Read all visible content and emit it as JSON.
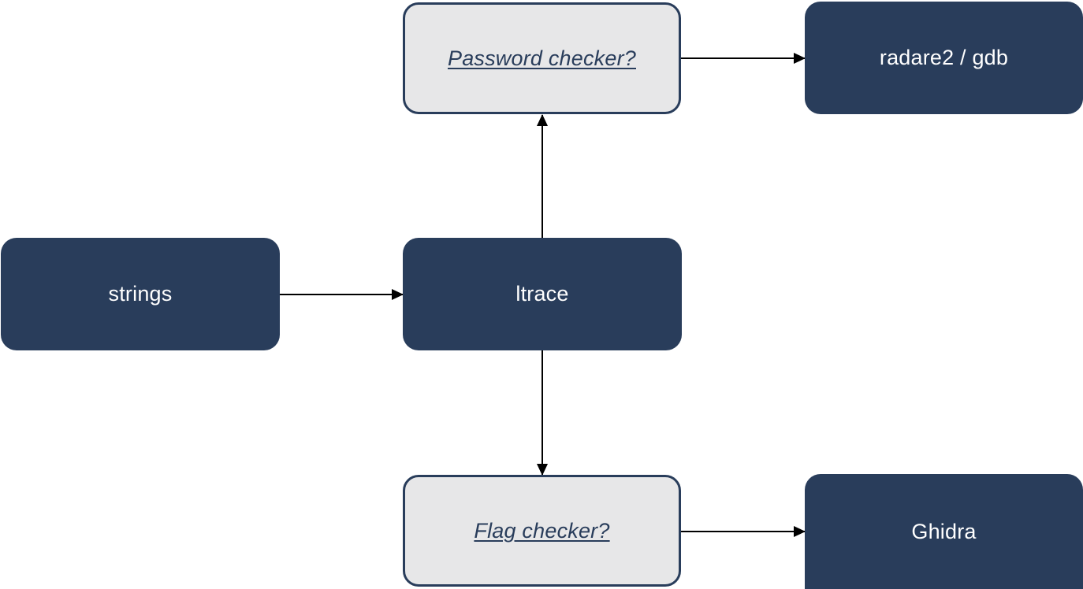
{
  "diagram": {
    "colors": {
      "dark_node": "#293d5b",
      "light_node": "#e7e7e8",
      "edge": "#000000"
    },
    "nodes": {
      "strings": {
        "label": "strings",
        "style": "dark"
      },
      "ltrace": {
        "label": "ltrace",
        "style": "dark"
      },
      "password_checker": {
        "label": "Password checker?",
        "style": "light"
      },
      "radare_gdb": {
        "label": "radare2 / gdb",
        "style": "dark"
      },
      "flag_checker": {
        "label": "Flag checker?",
        "style": "light"
      },
      "ghidra": {
        "label": "Ghidra",
        "style": "dark"
      }
    },
    "edges": [
      {
        "from": "strings",
        "to": "ltrace"
      },
      {
        "from": "ltrace",
        "to": "password_checker"
      },
      {
        "from": "ltrace",
        "to": "flag_checker"
      },
      {
        "from": "password_checker",
        "to": "radare_gdb"
      },
      {
        "from": "flag_checker",
        "to": "ghidra"
      }
    ]
  }
}
